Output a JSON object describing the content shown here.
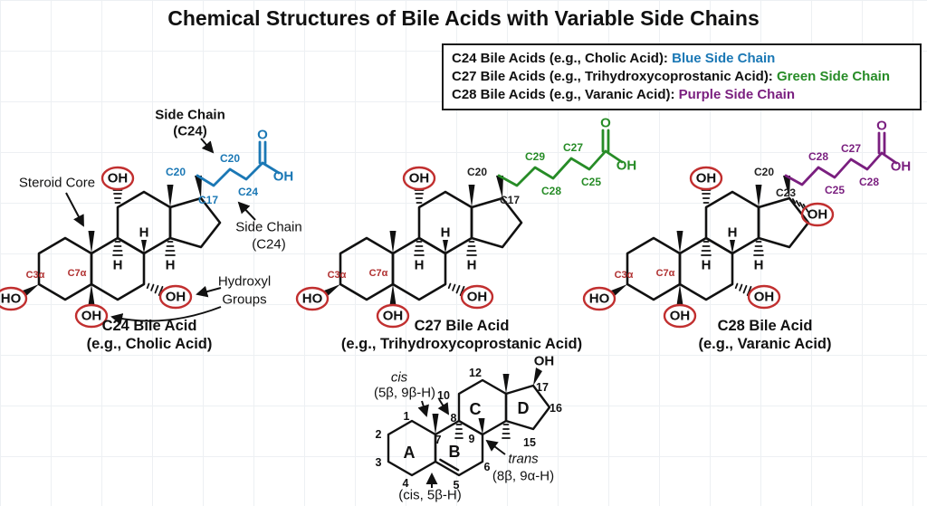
{
  "title": "Chemical Structures of Bile Acids with Variable Side Chains",
  "legend": {
    "items": [
      {
        "prefix": "C24 Bile Acids (e.g., Cholic Acid): ",
        "colored": "Blue Side Chain",
        "color": "#1b78b5"
      },
      {
        "prefix": "C27 Bile Acids (e.g., Trihydroxycoprostanic Acid): ",
        "colored": "Green Side Chain",
        "color": "#278c27"
      },
      {
        "prefix": "C28 Bile Acids (e.g., Varanic Acid): ",
        "colored": "Purple Side Chain",
        "color": "#7a1f7f"
      }
    ]
  },
  "annotations": {
    "side_chain_top1": "Side Chain",
    "side_chain_top2": "(C24)",
    "steroid_core": "Steroid Core",
    "side_chain_right1": "Side Chain",
    "side_chain_right2": "(C24)",
    "hydroxyl1": "Hydroxyl",
    "hydroxyl2": "Groups"
  },
  "core_labels": {
    "oh": "OH",
    "ho": "HO",
    "h": "H",
    "o": "O",
    "c3a": "C3α",
    "c7a": "C7α"
  },
  "structures": {
    "c24": {
      "caption": [
        "C24 Bile Acid",
        "(e.g., Cholic Acid)"
      ],
      "labels": {
        "c20a": "C20",
        "c20b": "C20",
        "c24": "C24",
        "c17": "C17"
      }
    },
    "c27": {
      "caption": [
        "C27 Bile Acid",
        "(e.g., Trihydroxycoprostanic Acid)"
      ],
      "labels": {
        "c20": "C20",
        "c29": "C29",
        "c27": "C27",
        "c28": "C28",
        "c25": "C25",
        "c17": "C17"
      }
    },
    "c28": {
      "caption": [
        "C28 Bile Acid",
        "(e.g., Varanic Acid)"
      ],
      "labels": {
        "c20": "C20",
        "c28a": "C28",
        "c27": "C27",
        "c25": "C25",
        "c28b": "C28",
        "c23": "C23"
      }
    }
  },
  "bottom_diagram": {
    "numbers": {
      "n1": "1",
      "n2": "2",
      "n3": "3",
      "n4": "4",
      "n5": "5",
      "n6": "6",
      "n7": "7",
      "n8": "8",
      "n9": "9",
      "n10": "10",
      "n12": "12",
      "n15": "15",
      "n16": "16",
      "n17": "17"
    },
    "rings": {
      "a": "A",
      "b": "B",
      "c": "C",
      "d": "D"
    },
    "oh": "OH",
    "cis": "cis",
    "cis_detail": "(5β, 9β-H)",
    "trans": "trans",
    "trans_detail": "(8β, 9α-H)",
    "cis_bottom": "(cis, 5β-H)"
  },
  "colors": {
    "blue": "#1b78b5",
    "green": "#278c27",
    "purple": "#7a1f7f",
    "red_circle": "#c12f2f",
    "red_label": "#b03030",
    "black": "#111111"
  }
}
